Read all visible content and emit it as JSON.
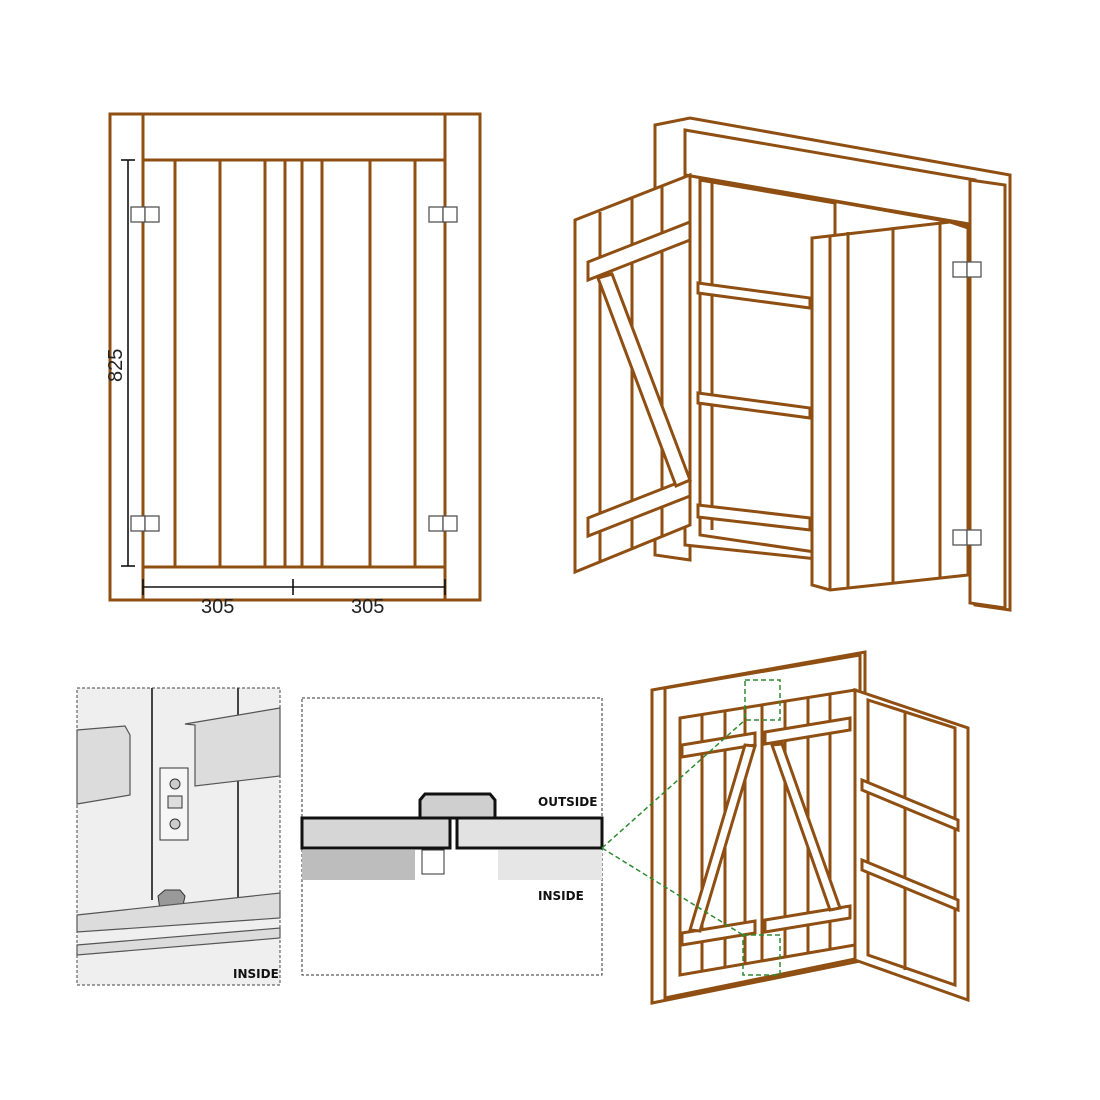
{
  "front_view": {
    "height_dimension": "825",
    "width_left_dimension": "305",
    "width_right_dimension": "305"
  },
  "section_detail": {
    "outside_label": "OUTSIDE",
    "inside_label": "INSIDE"
  },
  "bolt_detail": {
    "inside_label": "INSIDE"
  },
  "colors": {
    "wood_outline": "#8f4f12",
    "detail_marker": "#2e8b2e"
  }
}
